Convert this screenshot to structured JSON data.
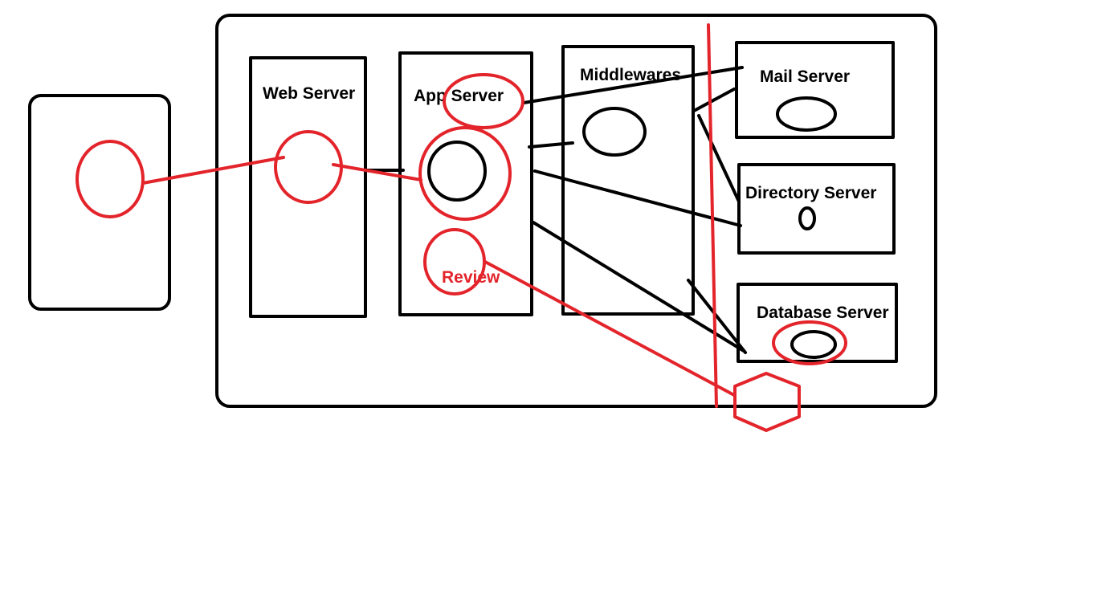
{
  "colors": {
    "ink": "#000000",
    "annotation": "#e3242b",
    "background": "#ffffff"
  },
  "labels": {
    "web_server": "Web Server",
    "app_server": "App Server",
    "middlewares": "Middlewares",
    "mail_server": "Mail Server",
    "directory_server": "Directory Server",
    "database_server": "Database Server",
    "review": "Review"
  }
}
